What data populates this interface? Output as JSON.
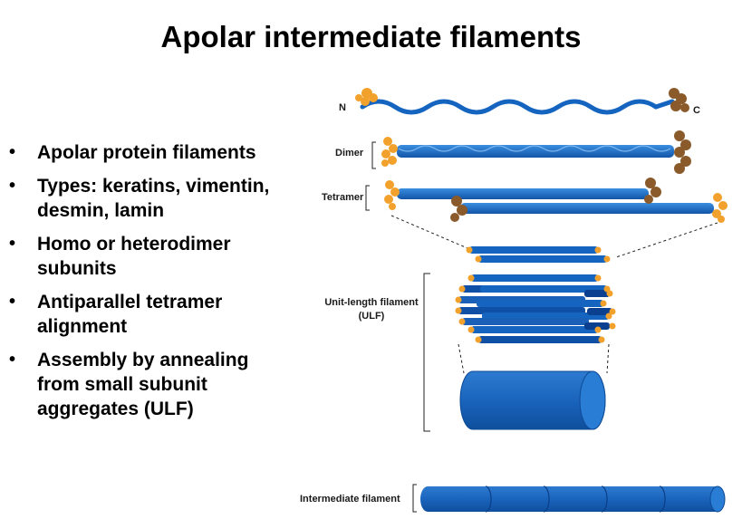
{
  "title": "Apolar intermediate filaments",
  "bullets": [
    {
      "line1": "Apolar protein filaments",
      "line2": ""
    },
    {
      "line1": "Types: keratins, vimentin,",
      "line2": "desmin, lamin"
    },
    {
      "line1": "Homo or heterodimer",
      "line2": "subunits"
    },
    {
      "line1": "Antiparallel tetramer",
      "line2": "alignment"
    },
    {
      "line1": "Assembly by annealing",
      "line2": "from small subunit",
      "line3": "aggregates (ULF)"
    }
  ],
  "diagram": {
    "n_label": "N",
    "c_label": "C",
    "dimer_label": "Dimer",
    "tetramer_label": "Tetramer",
    "ulf_label_line1": "Unit-length filament",
    "ulf_label_line2": "(ULF)",
    "if_label": "Intermediate filament"
  },
  "colors": {
    "rod_blue": "#1565c0",
    "rod_light": "#2f86d8",
    "head_orange": "#f2a22c",
    "tail_brown": "#8a5a2b"
  }
}
